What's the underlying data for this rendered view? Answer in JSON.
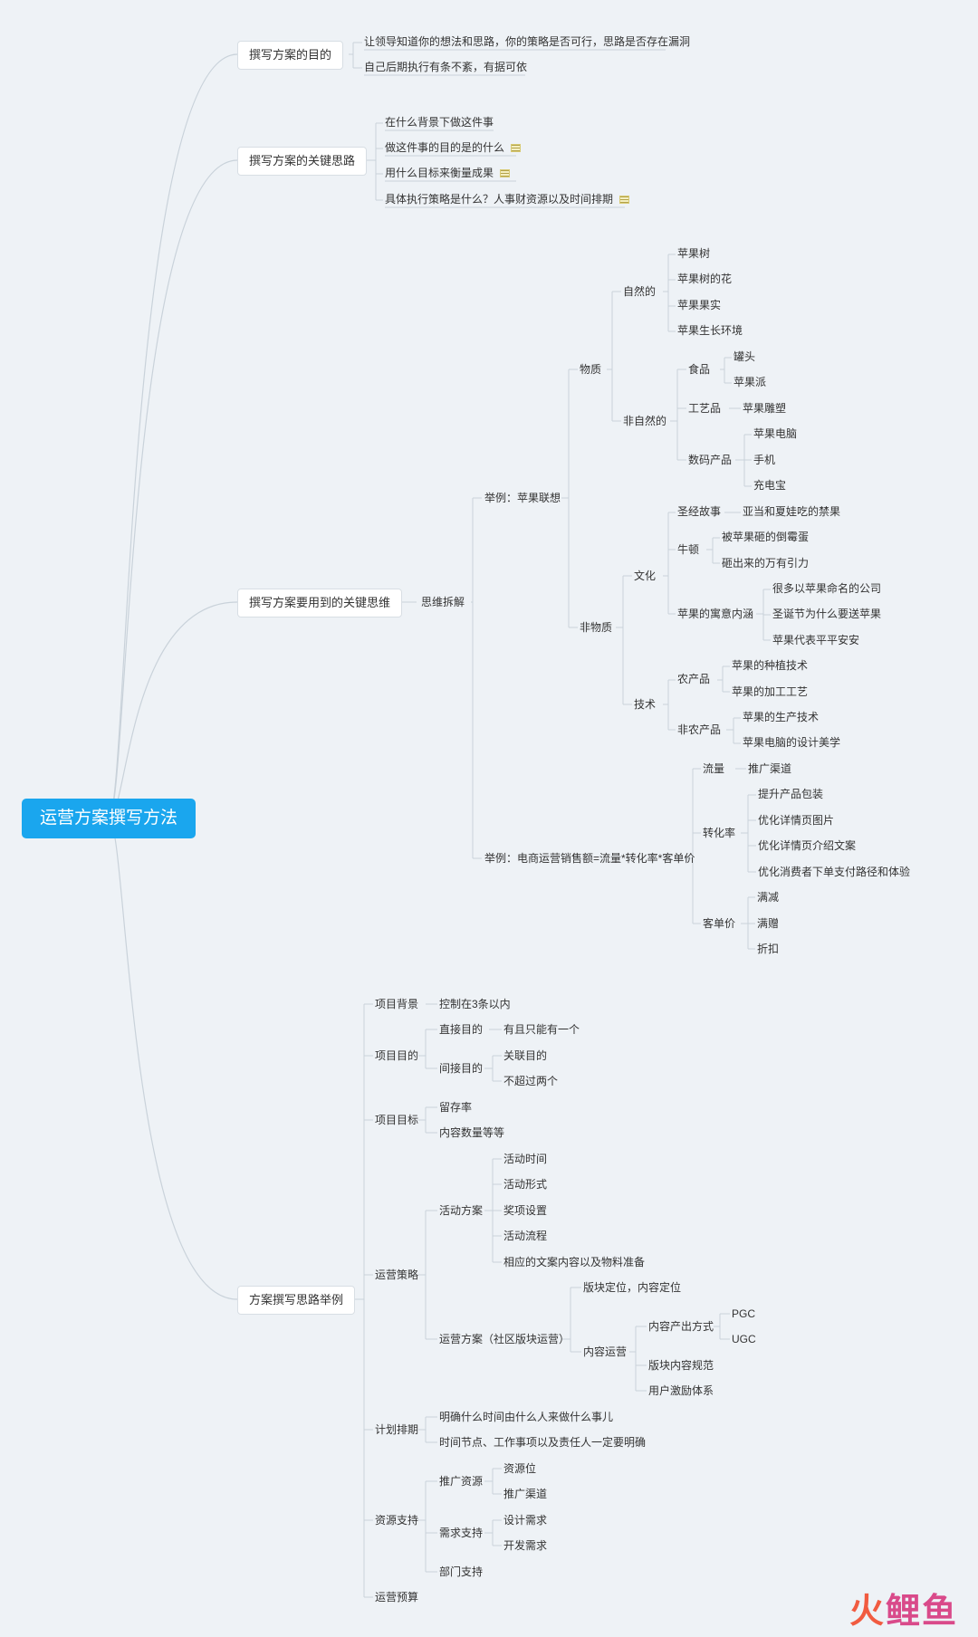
{
  "root": "运营方案撰写方法",
  "branches": {
    "purpose": {
      "label": "撰写方案的目的",
      "items": [
        "让领导知道你的想法和思路，你的策略是否可行，思路是否存在漏洞",
        "自己后期执行有条不紊，有据可依"
      ]
    },
    "key_ideas": {
      "label": "撰写方案的关键思路",
      "items": [
        "在什么背景下做这件事",
        "做这件事的目的是的什么",
        "用什么目标来衡量成果",
        "具体执行策略是什么？人事财资源以及时间排期"
      ]
    },
    "thinking": {
      "label": "撰写方案要用到的关键思维",
      "sub": "思维拆解",
      "apple": {
        "label": "举例：苹果联想",
        "material": {
          "label": "物质",
          "natural": {
            "label": "自然的",
            "items": [
              "苹果树",
              "苹果树的花",
              "苹果果实",
              "苹果生长环境"
            ]
          },
          "unnatural": {
            "label": "非自然的",
            "food": {
              "label": "食品",
              "items": [
                "罐头",
                "苹果派"
              ]
            },
            "craft": {
              "label": "工艺品",
              "items": [
                "苹果雕塑"
              ]
            },
            "digital": {
              "label": "数码产品",
              "items": [
                "苹果电脑",
                "手机",
                "充电宝"
              ]
            }
          }
        },
        "nonmaterial": {
          "label": "非物质",
          "culture": {
            "label": "文化",
            "bible": {
              "label": "圣经故事",
              "items": [
                "亚当和夏娃吃的禁果"
              ]
            },
            "newton": {
              "label": "牛顿",
              "items": [
                "被苹果砸的倒霉蛋",
                "砸出来的万有引力"
              ]
            },
            "meaning": {
              "label": "苹果的寓意内涵",
              "items": [
                "很多以苹果命名的公司",
                "圣诞节为什么要送苹果",
                "苹果代表平平安安"
              ]
            }
          },
          "tech": {
            "label": "技术",
            "agri": {
              "label": "农产品",
              "items": [
                "苹果的种植技术",
                "苹果的加工工艺"
              ]
            },
            "nonagri": {
              "label": "非农产品",
              "items": [
                "苹果的生产技术",
                "苹果电脑的设计美学"
              ]
            }
          }
        }
      },
      "ecom": {
        "label": "举例：电商运营销售额=流量*转化率*客单价",
        "traffic": {
          "label": "流量",
          "items": [
            "推广渠道"
          ]
        },
        "conversion": {
          "label": "转化率",
          "items": [
            "提升产品包装",
            "优化详情页图片",
            "优化详情页介绍文案",
            "优化消费者下单支付路径和体验"
          ]
        },
        "aov": {
          "label": "客单价",
          "items": [
            "满减",
            "满赠",
            "折扣"
          ]
        }
      }
    },
    "example": {
      "label": "方案撰写思路举例",
      "background": {
        "label": "项目背景",
        "items": [
          "控制在3条以内"
        ]
      },
      "goal": {
        "label": "项目目的",
        "direct": {
          "label": "直接目的",
          "items": [
            "有且只能有一个"
          ]
        },
        "indirect": {
          "label": "间接目的",
          "items": [
            "关联目的",
            "不超过两个"
          ]
        }
      },
      "target": {
        "label": "项目目标",
        "items": [
          "留存率",
          "内容数量等等"
        ]
      },
      "strategy": {
        "label": "运营策略",
        "activity": {
          "label": "活动方案",
          "items": [
            "活动时间",
            "活动形式",
            "奖项设置",
            "活动流程",
            "相应的文案内容以及物料准备"
          ]
        },
        "community": {
          "label": "运营方案（社区版块运营）",
          "positioning": "版块定位，内容定位",
          "content": {
            "label": "内容运营",
            "produce": {
              "label": "内容产出方式",
              "items": [
                "PGC",
                "UGC"
              ]
            },
            "items": [
              "版块内容规范",
              "用户激励体系"
            ]
          }
        }
      },
      "schedule": {
        "label": "计划排期",
        "items": [
          "明确什么时间由什么人来做什么事儿",
          "时间节点、工作事项以及责任人一定要明确"
        ]
      },
      "resource": {
        "label": "资源支持",
        "promo": {
          "label": "推广资源",
          "items": [
            "资源位",
            "推广渠道"
          ]
        },
        "demand": {
          "label": "需求支持",
          "items": [
            "设计需求",
            "开发需求"
          ]
        },
        "dept": "部门支持"
      },
      "budget": "运营预算"
    }
  },
  "watermark": [
    "火",
    "鲤鱼"
  ],
  "colors": {
    "background": "#eef2f6",
    "root": "#1aa6ee",
    "line": "#c9d2da"
  }
}
